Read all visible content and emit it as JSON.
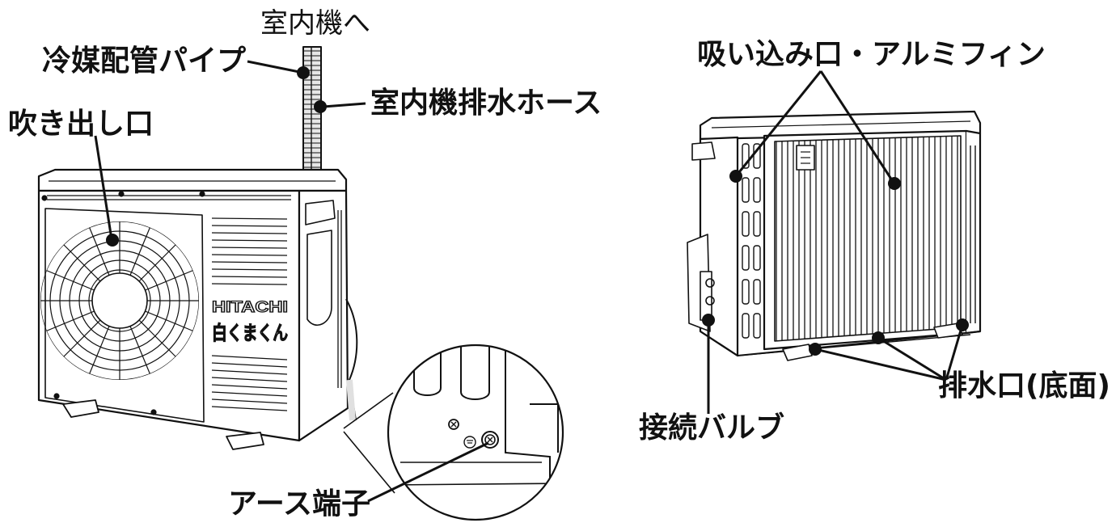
{
  "labels": {
    "to_indoor_unit": "室内機へ",
    "refrigerant_pipe": "冷媒配管パイプ",
    "indoor_drain_hose": "室内機排水ホース",
    "air_outlet": "吹き出し口",
    "earth_terminal": "アース端子",
    "air_inlet_fins": "吸い込み口・アルミフィン",
    "drain_outlet": "排水口(底面)",
    "connection_valve": "接続バルブ"
  },
  "brand": {
    "logo": "HITACHI",
    "product_name": "白くまくん"
  },
  "colors": {
    "line": "#111111",
    "background": "#ffffff",
    "pipe_fill": "#e8e8e8"
  }
}
